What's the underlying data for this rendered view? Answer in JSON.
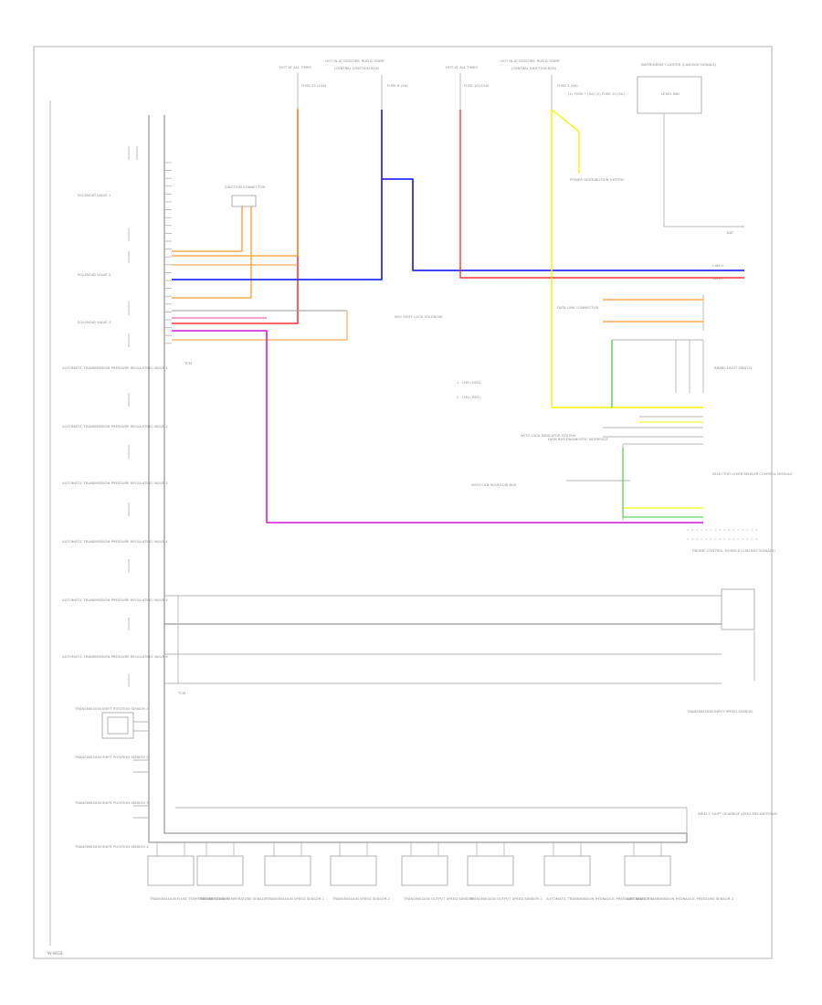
{
  "diagram": {
    "footer_code": "W-WG4",
    "legend": {
      "item1": "1 - LHD (USA)",
      "item2": "2 - LHD (INTL)"
    },
    "tcm_pin_block_label": "TCM",
    "lower_pin_block_label": "TCM",
    "colors": {
      "red": "#ff3333",
      "blue": "#2b2bff",
      "orange": "#ff9a2e",
      "yellow": "#f6f600",
      "green": "#3cc63c",
      "magenta": "#dd33dd",
      "violet": "#b533b5",
      "pink": "#ff66aa",
      "gray": "#9a9a9a"
    },
    "power_sources": [
      {
        "id": "hot-at-all-times-1",
        "label": "HOT AT ALL TIMES",
        "fuse": "FUSE 22 (15A)"
      },
      {
        "id": "hot-in-run-1",
        "label": "HOT IN ACCESSORY, RUN & START",
        "sublabel": "(CENTRAL JUNCTION BOX)",
        "fuse": "FUSE 8 (5A)"
      },
      {
        "id": "hot-at-all-times-2",
        "label": "HOT AT ALL TIMES",
        "fuse": "FUSE 10 (10A)"
      },
      {
        "id": "hot-in-run-2",
        "label": "HOT IN ACCESSORY, RUN & START",
        "sublabel": "(CENTRAL JUNCTION BOX)",
        "fuse": "FUSE 3 (5A)",
        "note": "(1) FUSE 7 (5A) (2) FUSE 10 (5A)"
      },
      {
        "id": "instrument-cluster",
        "label": "INSTRUMENT CLUSTER (CAN BUS SIGNALS)",
        "sublabel": "LEVEL IND"
      }
    ],
    "left_components": [
      {
        "id": "solenoid-valve-1",
        "label": "SOLENOID VALVE 1"
      },
      {
        "id": "solenoid-valve-2",
        "label": "SOLENOID VALVE 2"
      },
      {
        "id": "solenoid-valve-3",
        "label": "SOLENOID VALVE 3"
      },
      {
        "id": "pc-valve-1",
        "label": "AUTOMATIC TRANSMISSION PRESSURE REGULATING VALVE 1"
      },
      {
        "id": "pc-valve-2",
        "label": "AUTOMATIC TRANSMISSION PRESSURE REGULATING VALVE 2"
      },
      {
        "id": "pc-valve-3",
        "label": "AUTOMATIC TRANSMISSION PRESSURE REGULATING VALVE 3"
      },
      {
        "id": "pc-valve-4",
        "label": "AUTOMATIC TRANSMISSION PRESSURE REGULATING VALVE 4"
      },
      {
        "id": "pc-valve-5",
        "label": "AUTOMATIC TRANSMISSION PRESSURE REGULATING VALVE 5"
      },
      {
        "id": "pc-valve-6",
        "label": "AUTOMATIC TRANSMISSION PRESSURE REGULATING VALVE 6"
      },
      {
        "id": "shift-sensor-1",
        "label": "TRANSMISSION SHIFT POSITION SENSOR 1"
      },
      {
        "id": "shift-sensor-2",
        "label": "TRANSMISSION SHIFT POSITION SENSOR 2"
      },
      {
        "id": "shift-sensor-3",
        "label": "TRANSMISSION SHIFT POSITION SENSOR 3"
      },
      {
        "id": "shift-sensor-4",
        "label": "TRANSMISSION SHIFT POSITION SENSOR 4"
      }
    ],
    "right_components": [
      {
        "id": "to-can",
        "label": "CAN L"
      },
      {
        "id": "dlc",
        "label": "DATA LINK CONNECTOR"
      },
      {
        "id": "brake-switch",
        "label": "BRAKE LIGHT SWITCH"
      },
      {
        "id": "data-bus",
        "label": "DATA BUS DIAGNOSTIC INTERFACE"
      },
      {
        "id": "selector-lever",
        "label": "SELECTOR LEVER SENSOR CONTROL MODULE"
      },
      {
        "id": "can-high-low",
        "label": "WITH CAN HIGH/LOW BUS"
      },
      {
        "id": "engine-control",
        "label": "ENGINE CONTROL MODULE (CAN BUS SIGNALS)"
      },
      {
        "id": "trans-speed",
        "label": "TRANSMISSION INPUT SPEED SENSOR"
      },
      {
        "id": "direct-shift",
        "label": "DIRECT SHIFT GEARBOX (DSG) MECHATRONIC"
      }
    ],
    "bottom_components": [
      {
        "id": "trans-fluid-temp",
        "label": "TRANSMISSION FLUID TEMPERATURE SENSOR"
      },
      {
        "id": "trans-temp-sensor",
        "label": "TRANSMISSION TEMPERATURE SENSOR"
      },
      {
        "id": "speed-sensor-1",
        "label": "TRANSMISSION SPEED SENSOR 1"
      },
      {
        "id": "speed-sensor-2",
        "label": "TRANSMISSION SPEED SENSOR 2"
      },
      {
        "id": "output-speed-1",
        "label": "TRANSMISSION OUTPUT SPEED SENSOR"
      },
      {
        "id": "output-speed-2",
        "label": "TRANSMISSION OUTPUT SPEED SENSOR 2"
      },
      {
        "id": "clutch-pressure-1",
        "label": "AUTOMATIC TRANSMISSION HYDRAULIC PRESSURE SENSOR 1"
      },
      {
        "id": "clutch-pressure-2",
        "label": "AUTOMATIC TRANSMISSION HYDRAULIC PRESSURE SENSOR 2"
      }
    ],
    "misc_labels": {
      "junction": "JUNCTION CONNECTOR",
      "power_dist": "POWER DISTRIBUTION SYSTEM",
      "at_lock_indicator": "W/TO LOCK INDICATOR SYSTEM",
      "shift_lock": "W/O SHIFT LOCK SOLENOID",
      "bat": "BAT",
      "can_h": "CAN H",
      "can_l": "CAN L"
    }
  }
}
